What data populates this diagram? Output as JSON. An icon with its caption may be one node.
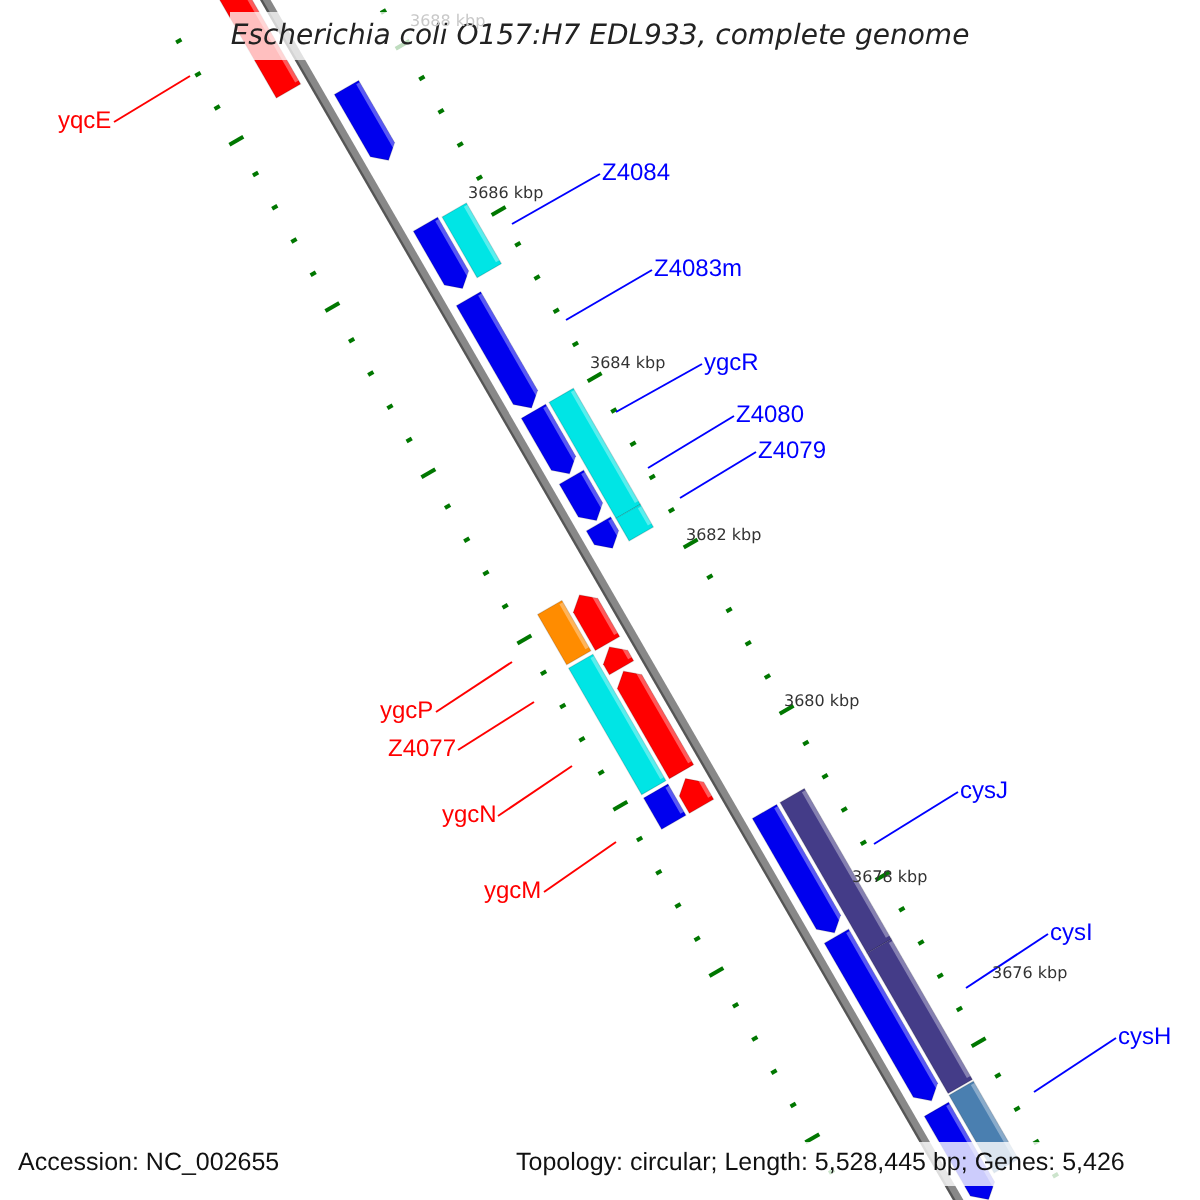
{
  "diagram": {
    "title": "Escherichia coli O157:H7 EDL933, complete genome",
    "nodes": [
      {
        "text": [
          "yqcE"
        ]
      },
      {
        "text": [
          "Z4084"
        ]
      },
      {
        "text": [
          "Z4083m"
        ]
      },
      {
        "text": [
          "ygcR"
        ]
      },
      {
        "text": [
          "Z4080"
        ]
      },
      {
        "text": [
          "Z4079"
        ]
      },
      {
        "text": [
          "ygcP"
        ]
      },
      {
        "text": [
          "Z4077"
        ]
      },
      {
        "text": [
          "cysJ"
        ]
      },
      {
        "text": [
          "ygcN"
        ]
      },
      {
        "text": [
          "ygcM"
        ]
      },
      {
        "text": [
          "cysI"
        ]
      },
      {
        "text": [
          "cysH"
        ]
      }
    ],
    "edges": [
      {
        "from": 0,
        "to": null,
        "arrow": "none",
        "color": "#ff0000"
      },
      {
        "from": 1,
        "to": null,
        "arrow": "none"
      },
      {
        "from": 2,
        "to": null,
        "arrow": "none"
      },
      {
        "from": 3,
        "to": null,
        "arrow": "none"
      },
      {
        "from": 4,
        "to": null,
        "arrow": "none"
      },
      {
        "from": 5,
        "to": null,
        "arrow": "none"
      },
      {
        "from": 6,
        "to": null,
        "arrow": "none",
        "color": "#ff0000"
      },
      {
        "from": 7,
        "to": null,
        "arrow": "none",
        "color": "#ff0000"
      },
      {
        "from": 8,
        "to": null,
        "arrow": "none"
      },
      {
        "from": 9,
        "to": null,
        "arrow": "none",
        "color": "#ff0000"
      },
      {
        "from": 10,
        "to": null,
        "arrow": "none",
        "color": "#ff0000"
      },
      {
        "from": 11,
        "to": null,
        "arrow": "none"
      },
      {
        "from": 12,
        "to": null,
        "arrow": "none"
      }
    ],
    "labels": [
      "3688 kbp",
      "3686 kbp",
      "3684 kbp",
      "3682 kbp",
      "3680 kbp",
      "3678 kbp",
      "3676 kbp",
      "Accession: NC_002655",
      "Topology: circular; Length: 5,528,445 bp; Genes: 5,426"
    ]
  }
}
